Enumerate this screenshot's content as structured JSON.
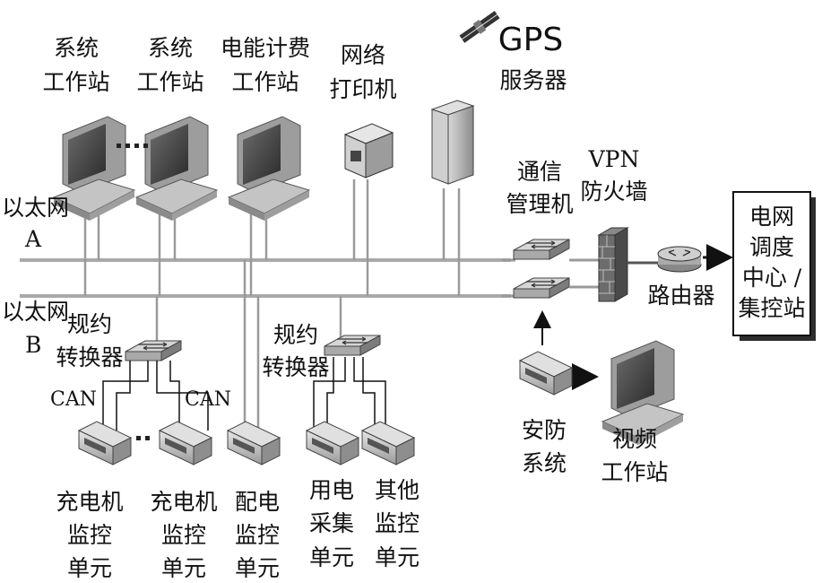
{
  "workstations": [
    {
      "line1": "系统",
      "line2": "工作站"
    },
    {
      "line1": "系统",
      "line2": "工作站"
    },
    {
      "line1": "电能计费",
      "line2": "工作站"
    }
  ],
  "printer": {
    "line1": "网络",
    "line2": "打印机"
  },
  "gps": {
    "title": "GPS",
    "subtitle": "服务器"
  },
  "comm_manager": {
    "line1": "通信",
    "line2": "管理机"
  },
  "vpn_firewall": {
    "line1": "VPN",
    "line2": "防火墙"
  },
  "router": {
    "label": "路由器"
  },
  "grid_center": {
    "lines": [
      "电网",
      "调度",
      "中心 /",
      "集控站"
    ]
  },
  "ethernet_a": {
    "line1": "以太网",
    "line2": "A"
  },
  "ethernet_b": {
    "line1": "以太网",
    "line2": "B"
  },
  "protocol_converters": [
    {
      "line1": "规约",
      "line2": "转换器"
    },
    {
      "line1": "规约",
      "line2": "转换器"
    }
  ],
  "can_labels": [
    "CAN",
    "CAN"
  ],
  "field_units": [
    {
      "lines": [
        "充电机",
        "监控",
        "单元"
      ]
    },
    {
      "lines": [
        "充电机",
        "监控",
        "单元"
      ]
    },
    {
      "lines": [
        "配电",
        "监控",
        "单元"
      ]
    },
    {
      "lines": [
        "用电",
        "采集",
        "单元"
      ]
    },
    {
      "lines": [
        "其他",
        "监控",
        "单元"
      ]
    }
  ],
  "security": {
    "line1": "安防",
    "line2": "系统"
  },
  "video_ws": {
    "line1": "视频",
    "line2": "工作站"
  },
  "colors": {
    "bus": "#a9a9a9",
    "device": "#b9b9b9",
    "device_dark": "#6e6e6e",
    "text": "#111111"
  }
}
